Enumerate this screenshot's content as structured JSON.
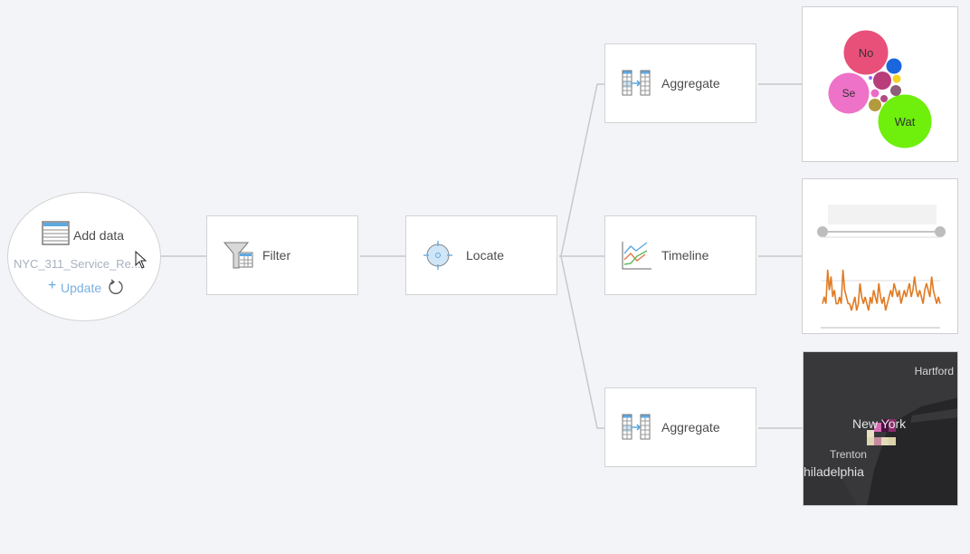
{
  "source": {
    "title": "Add data",
    "dataset": "NYC_311_Service_Re...",
    "update_label": "Update",
    "plus": "+"
  },
  "nodes": {
    "filter": "Filter",
    "locate": "Locate",
    "aggregate_top": "Aggregate",
    "timeline": "Timeline",
    "aggregate_bottom": "Aggregate"
  },
  "bubble_card": {
    "bubbles": [
      {
        "label": "No",
        "color": "#e8507a"
      },
      {
        "label": "Se",
        "color": "#ee72c8"
      },
      {
        "label": "Wat",
        "color": "#6fef0c"
      }
    ]
  },
  "timeline_card": {
    "line_color": "#e07b24",
    "values": [
      3,
      4,
      3,
      8,
      5,
      7,
      4,
      5,
      3,
      3,
      4,
      3,
      8,
      5,
      4,
      3,
      3,
      2,
      3,
      4,
      2,
      3,
      6,
      4,
      3,
      4,
      3,
      2,
      4,
      3,
      5,
      4,
      3,
      6,
      4,
      3,
      4,
      2,
      3,
      4,
      5,
      4,
      6,
      5,
      4,
      5,
      3,
      4,
      5,
      4,
      5,
      6,
      4,
      5,
      7,
      5,
      4,
      5,
      4,
      3,
      5,
      6,
      5,
      4,
      7,
      5,
      4,
      3,
      4,
      3
    ]
  },
  "map_card": {
    "labels": {
      "hartford": "Hartford",
      "new_york": "New York",
      "trenton": "Trenton",
      "philadelphia": "hiladelphia"
    }
  }
}
